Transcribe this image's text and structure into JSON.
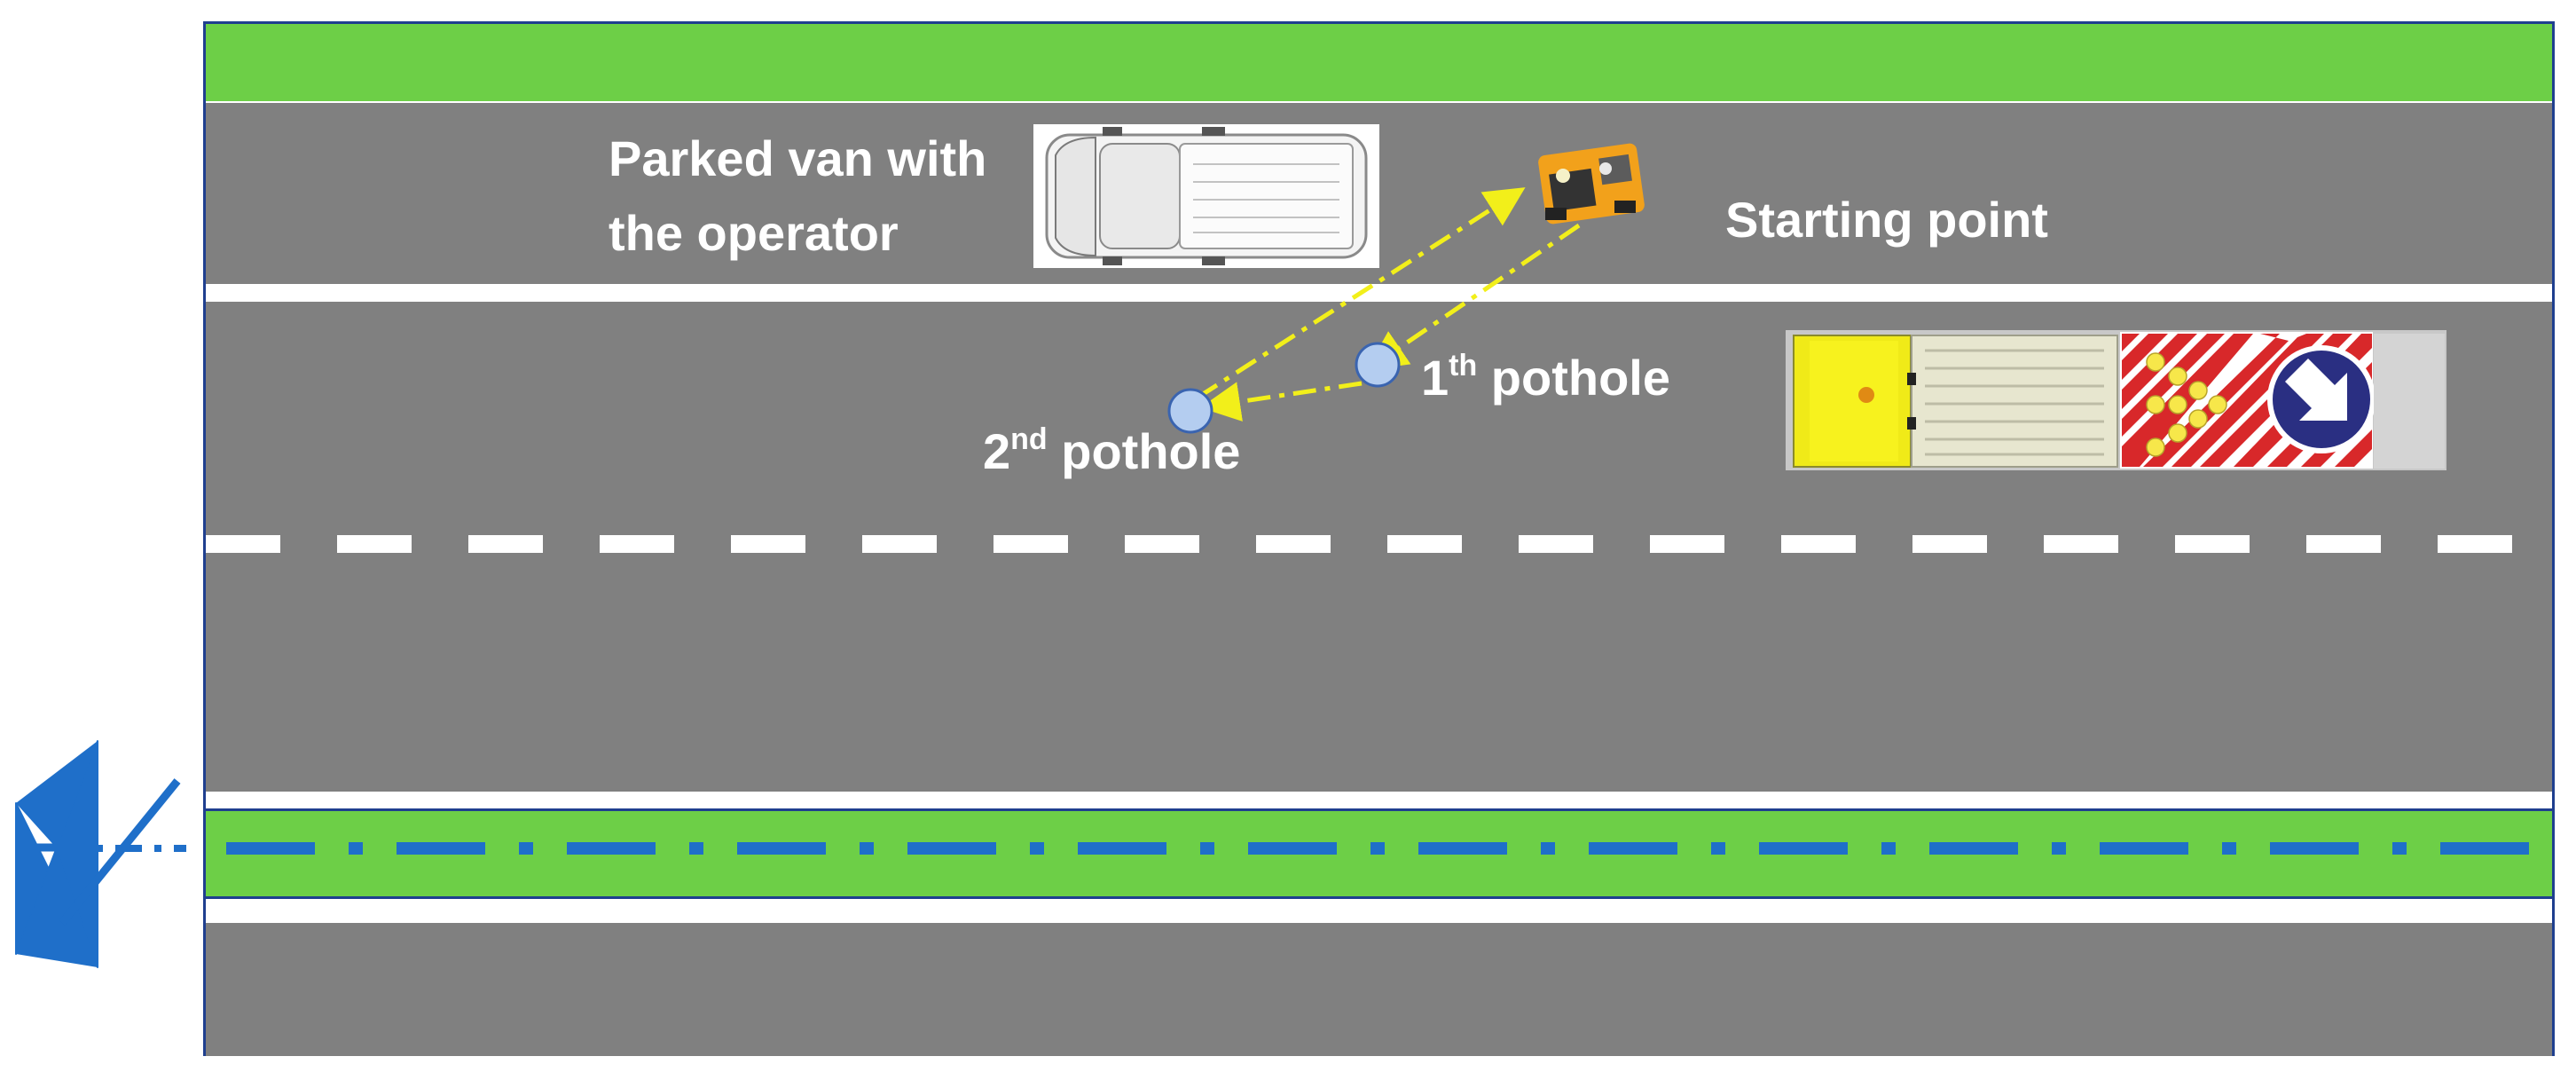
{
  "labels": {
    "van_line1": "Parked van with",
    "van_line2": "the operator",
    "starting_point": "Starting point",
    "pothole1_num": "1",
    "pothole1_sup": "th",
    "pothole1_text": " pothole",
    "pothole2_num": "2",
    "pothole2_sup": "nd",
    "pothole2_text": " pothole"
  },
  "icons": {
    "van": "van-top-view-icon",
    "robot": "road-repair-robot-icon",
    "truck": "signal-truck-icon",
    "symbol": "road-profile-symbol-icon"
  },
  "colors": {
    "grass": "#6dcf47",
    "asphalt": "#808080",
    "marking": "#ffffff",
    "path": "#f2ef1a",
    "pothole": "#b4cdf0",
    "axis": "#1f6fc9",
    "border": "#1f3f8f"
  }
}
